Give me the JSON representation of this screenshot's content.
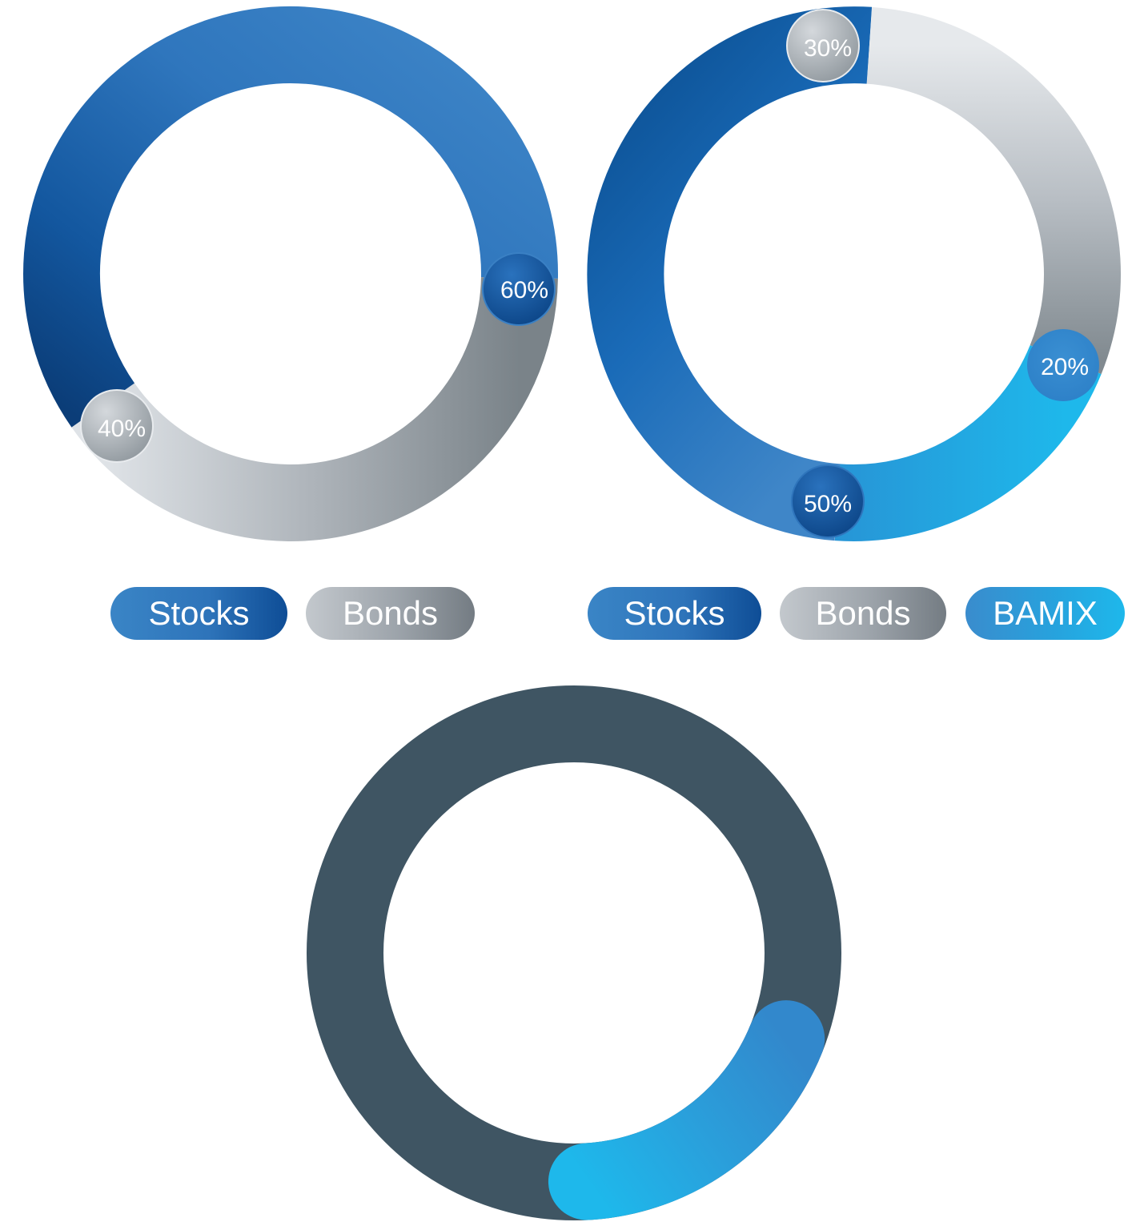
{
  "colors": {
    "stocks": "#2e74ba",
    "bonds": "#9ca3aa",
    "bamix": "#1eb8eb",
    "track": "#3f5563"
  },
  "chart_data": [
    {
      "type": "pie",
      "variant": "donut",
      "categories": [
        "Stocks",
        "Bonds"
      ],
      "values": [
        60,
        40
      ],
      "labels": [
        "60%",
        "40%"
      ],
      "legend": [
        "Stocks",
        "Bonds"
      ],
      "legend_position": "bottom"
    },
    {
      "type": "pie",
      "variant": "donut",
      "categories": [
        "Stocks",
        "Bonds",
        "BAMIX"
      ],
      "values": [
        50,
        30,
        20
      ],
      "labels": [
        "50%",
        "30%",
        "20%"
      ],
      "legend": [
        "Stocks",
        "Bonds",
        "BAMIX"
      ],
      "legend_position": "bottom"
    },
    {
      "type": "pie",
      "variant": "progress-ring",
      "values": [
        18
      ],
      "unit": "%"
    }
  ]
}
